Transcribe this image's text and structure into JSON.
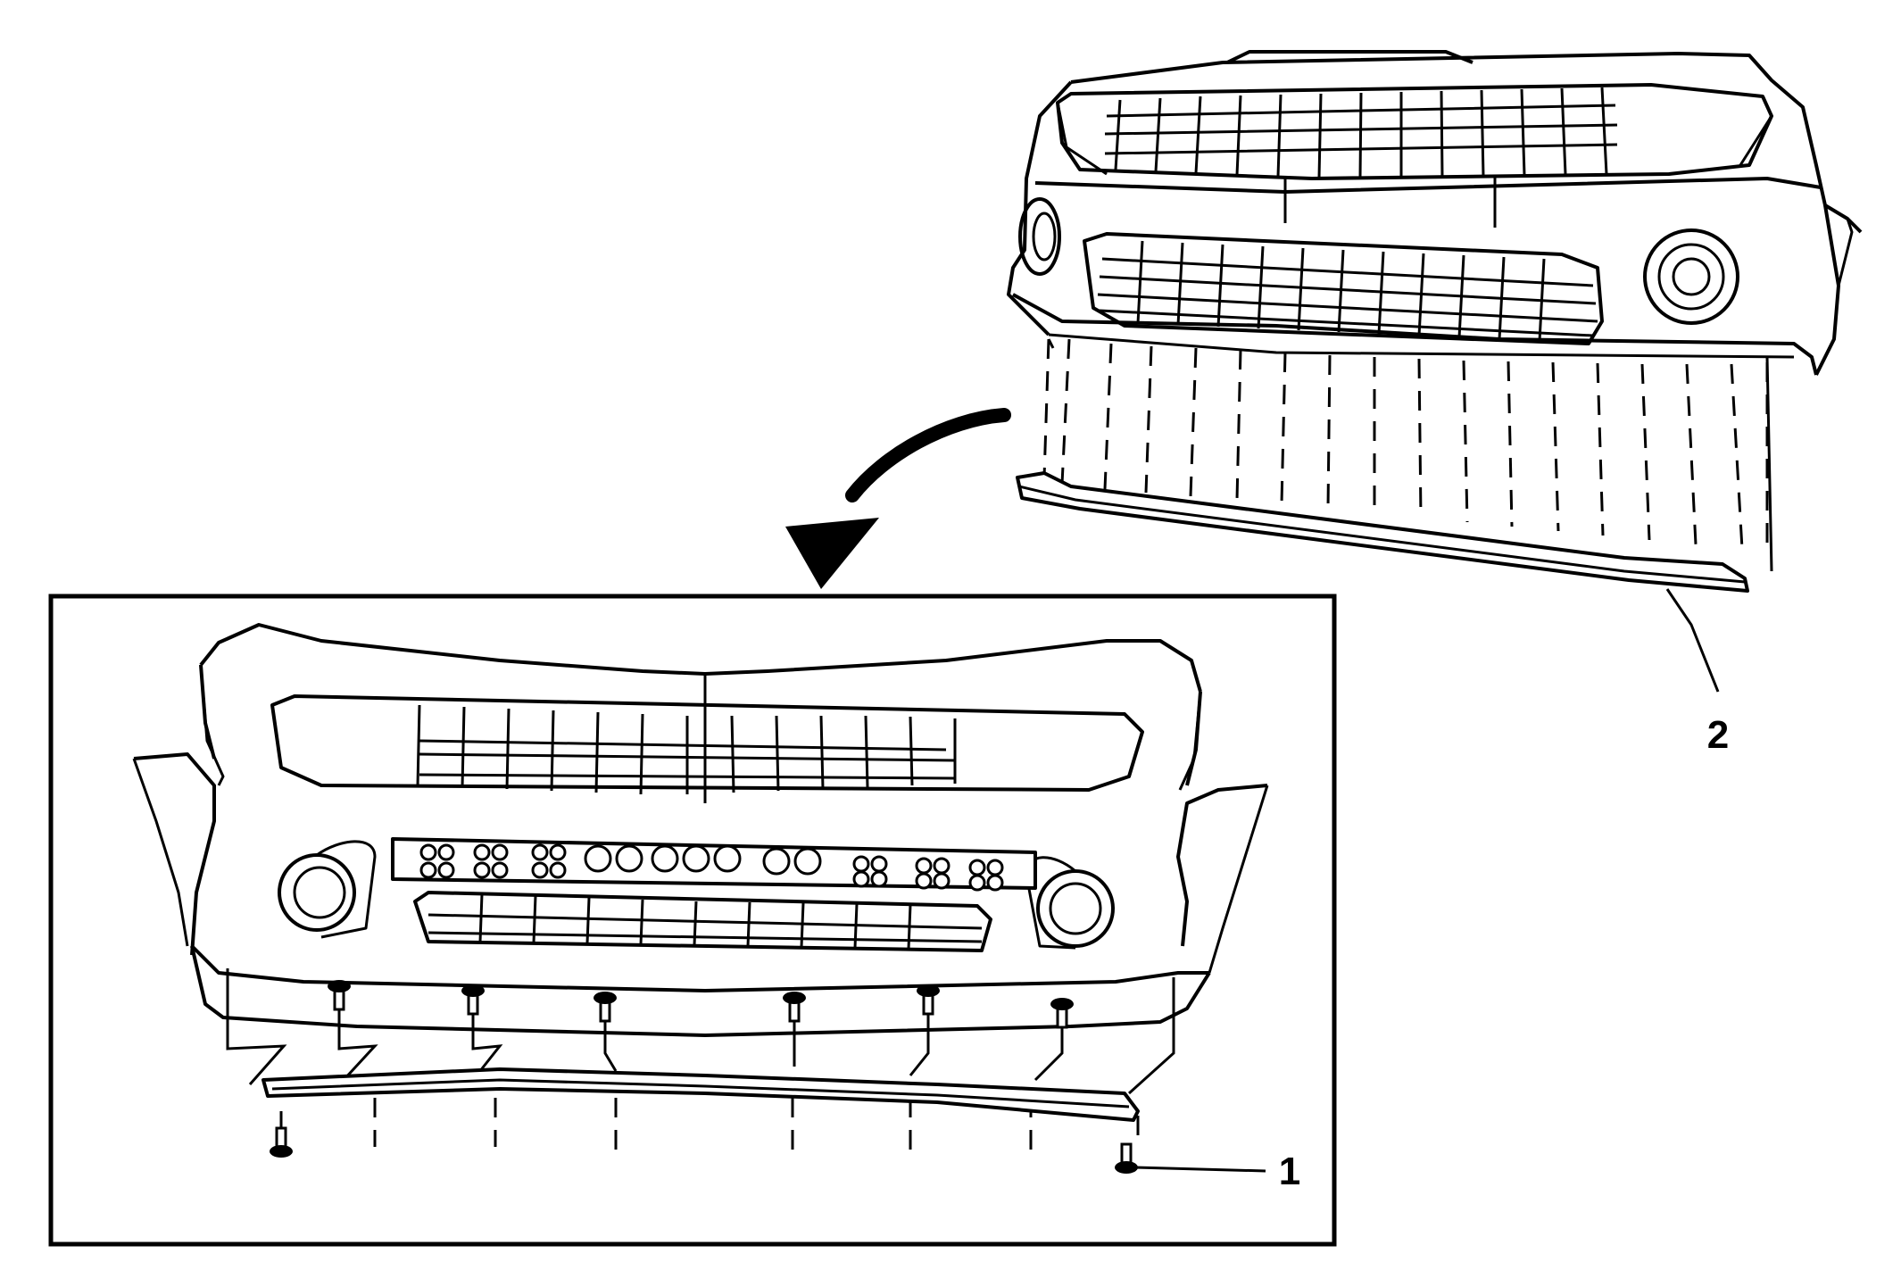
{
  "diagram": {
    "colors": {
      "line": "#000000",
      "fill": "#ffffff",
      "shade": "#d9d9d9"
    },
    "callouts": [
      {
        "id": "fastener",
        "label": "1"
      },
      {
        "id": "air-deflector",
        "label": "2"
      }
    ]
  }
}
